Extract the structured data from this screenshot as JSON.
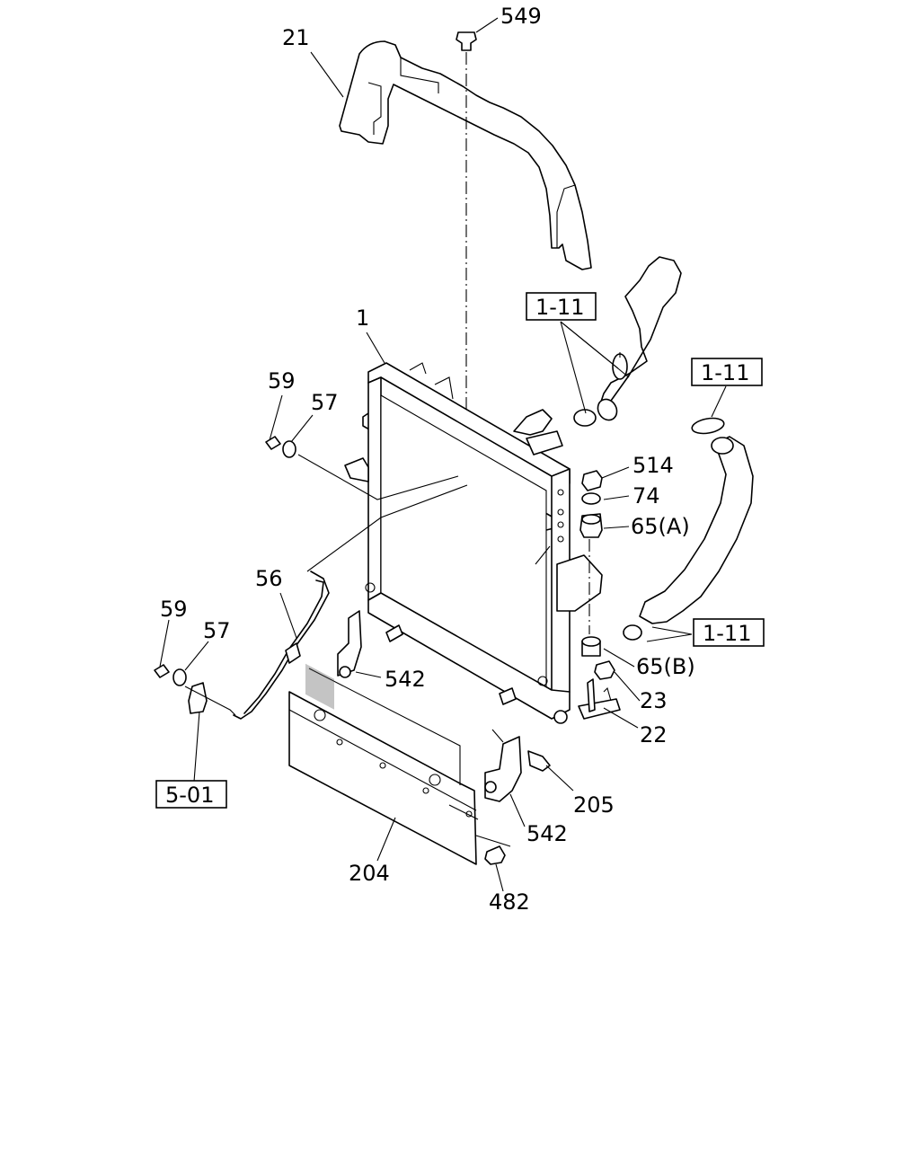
{
  "callouts": {
    "c21": "21",
    "c549": "549",
    "c1": "1",
    "c59a": "59",
    "c57a": "57",
    "c56": "56",
    "c59b": "59",
    "c57b": "57",
    "c542a": "542",
    "c514": "514",
    "c74": "74",
    "c65a": "65(A)",
    "c65b": "65(B)",
    "c23": "23",
    "c22": "22",
    "c205": "205",
    "c542b": "542",
    "c204": "204",
    "c482": "482"
  },
  "refs": {
    "r111a": "1-11",
    "r111b": "1-11",
    "r111c": "1-11",
    "r501": "5-01"
  }
}
